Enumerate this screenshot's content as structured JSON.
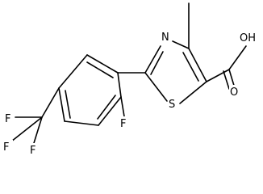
{
  "molecule": {
    "atoms": {
      "N": "N",
      "S": "S",
      "OH": "OH",
      "O": "O",
      "F_ortho": "F",
      "F_cf3_a": "F",
      "F_cf3_b": "F",
      "F_cf3_c": "F"
    },
    "colors": {
      "ink": "#000000",
      "background": "#ffffff"
    }
  }
}
